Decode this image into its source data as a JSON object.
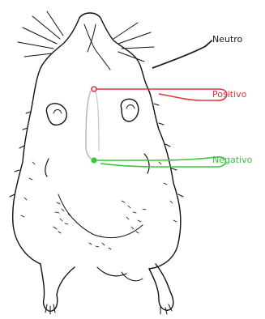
{
  "labels": {
    "neutral": "Neutro",
    "positive": "Positivo",
    "negative": "Negativo"
  },
  "colors": {
    "neutral": "#1a1a1a",
    "positive": "#e0353d",
    "negative": "#3cc63c",
    "body_outline": "#111111",
    "electrode_link": "#b9b9b9"
  },
  "illustration": {
    "subject": "guinea-pig-line-drawing"
  }
}
